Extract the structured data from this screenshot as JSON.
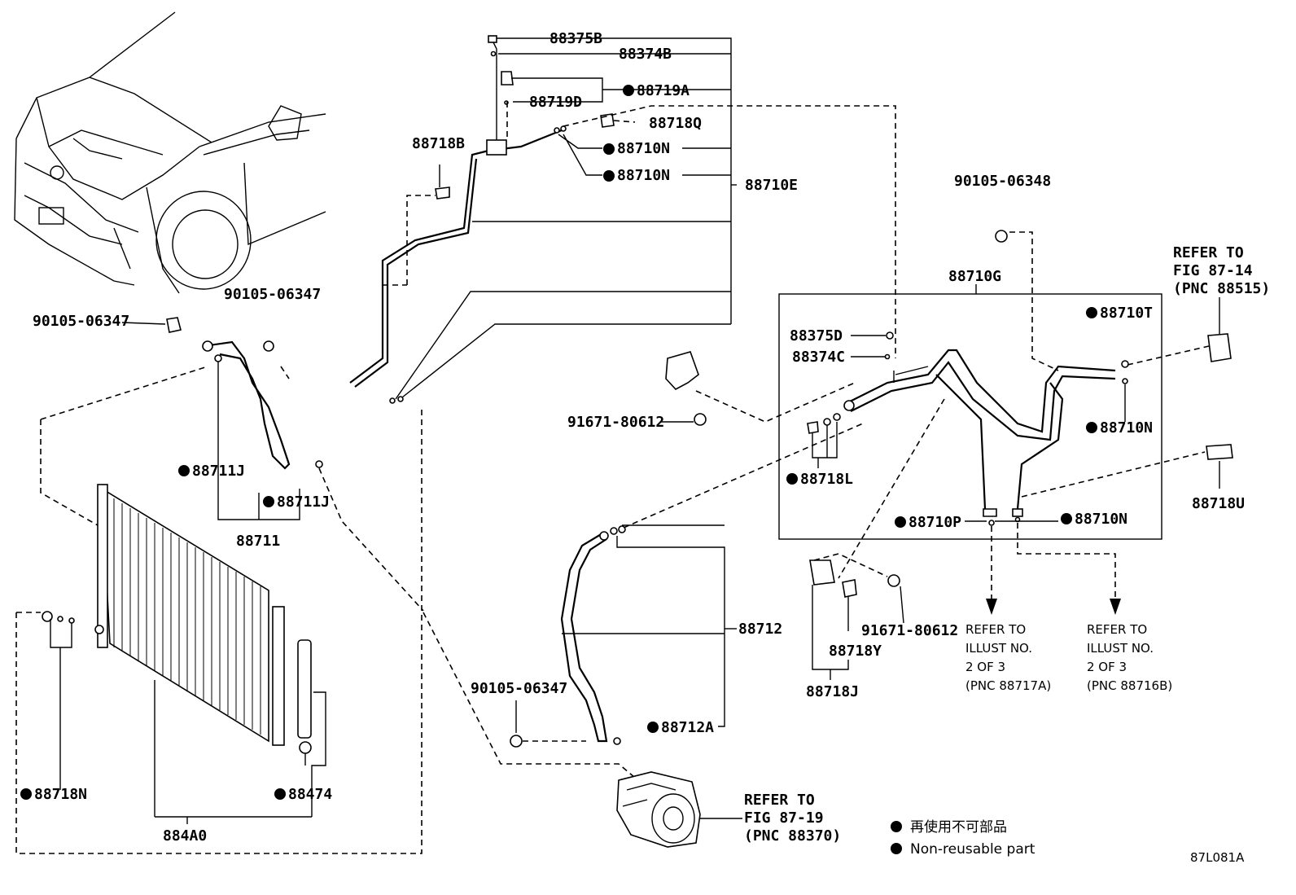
{
  "diagram": {
    "code": "87L081A",
    "legend": {
      "japanese": "再使用不可部品",
      "english": "Non-reusable part"
    },
    "labels": {
      "p88375B": "88375B",
      "p88374B": "88374B",
      "p88719A": "88719A",
      "p88719D": "88719D",
      "p88718Q": "88718Q",
      "p88718B": "88718B",
      "p88710N_a": "88710N",
      "p88710N_b": "88710N",
      "p88710E": "88710E",
      "p90105_06348": "90105-06348",
      "p88710G": "88710G",
      "p88710T": "88710T",
      "p88710N_c": "88710N",
      "p88710N_d": "88710N",
      "p88710P": "88710P",
      "p88718U": "88718U",
      "p88375D": "88375D",
      "p88374C": "88374C",
      "p88718L": "88718L",
      "p91671_80612_a": "91671-80612",
      "p91671_80612_b": "91671-80612",
      "p88718Y": "88718Y",
      "p88718J": "88718J",
      "p90105_06347_a": "90105-06347",
      "p90105_06347_b": "90105-06347",
      "p90105_06347_c": "90105-06347",
      "p88711J_a": "88711J",
      "p88711J_b": "88711J",
      "p88711": "88711",
      "p88712": "88712",
      "p88712A": "88712A",
      "p88718N": "88718N",
      "p88474": "88474",
      "p884A0": "884A0"
    },
    "refers": {
      "fig8714": [
        "REFER TO",
        "FIG 87-14",
        "(PNC 88515)"
      ],
      "illust88717A": [
        "REFER TO",
        "ILLUST NO.",
        "2 OF 3",
        "(PNC 88717A)"
      ],
      "illust88716B": [
        "REFER TO",
        "ILLUST NO.",
        "2 OF 3",
        "(PNC 88716B)"
      ],
      "fig8719": [
        "REFER TO",
        "FIG 87-19",
        "(PNC 88370)"
      ]
    }
  }
}
